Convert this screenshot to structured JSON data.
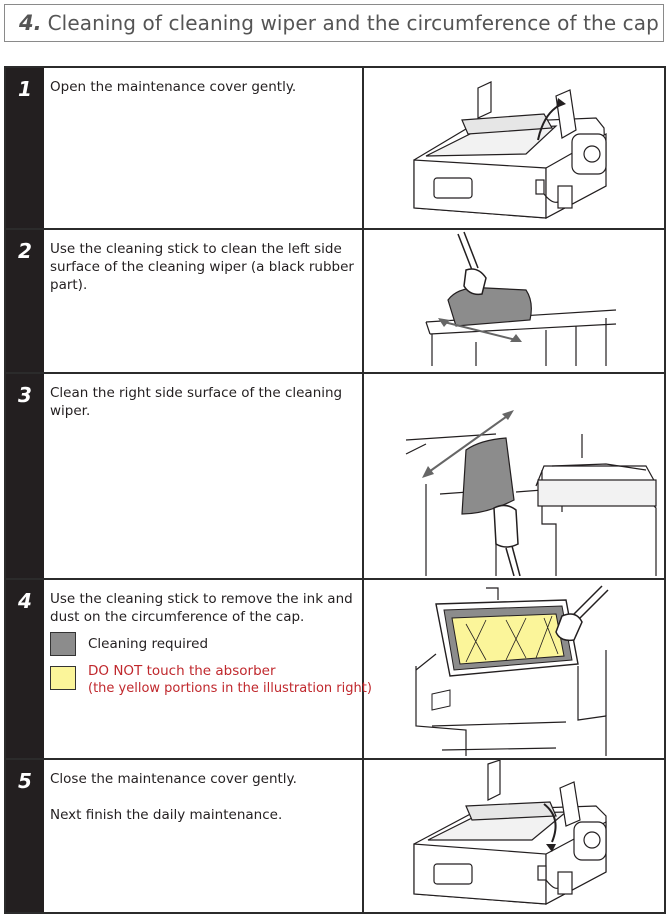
{
  "header": {
    "number": "4.",
    "title": "Cleaning of cleaning wiper and the circumference of the cap"
  },
  "steps": [
    {
      "number": "1",
      "text": "Open the maintenance cover gently."
    },
    {
      "number": "2",
      "text": "Use the cleaning stick to clean the left side surface of the cleaning wiper (a black rubber part)."
    },
    {
      "number": "3",
      "text": "Clean the right side surface of the cleaning wiper."
    },
    {
      "number": "4",
      "text": "Use the cleaning stick to remove the ink and dust on the circumference of the cap.",
      "legend": [
        {
          "label": "Cleaning required",
          "color": "#8c8c8c"
        },
        {
          "label_line1": "DO NOT touch the absorber",
          "label_line2": "(the yellow portions in the illustration right)",
          "color": "#fbf59a",
          "text_color": "#c0282d"
        }
      ]
    },
    {
      "number": "5",
      "text": "Close the maintenance cover gently.",
      "text2": "Next finish the daily maintenance."
    }
  ],
  "colors": {
    "step_bar": "#231f20",
    "border": "#2b2b2b",
    "warning_text": "#c0282d",
    "absorber": "#fbf59a",
    "cleaning_area": "#8c8c8c"
  }
}
